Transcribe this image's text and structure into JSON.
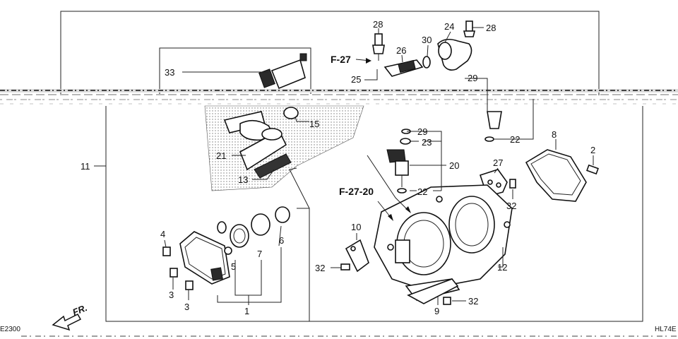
{
  "diagram": {
    "corner_code_left": "E2300",
    "corner_code_right": "HL74E",
    "front_marker": "FR.",
    "references": {
      "f27": "F-27",
      "f2720": "F-27-20"
    },
    "callouts": [
      {
        "id": "c28a",
        "text": "28"
      },
      {
        "id": "c24",
        "text": "24"
      },
      {
        "id": "c28b",
        "text": "28"
      },
      {
        "id": "c30",
        "text": "30"
      },
      {
        "id": "c26",
        "text": "26"
      },
      {
        "id": "c25",
        "text": "25"
      },
      {
        "id": "c29a",
        "text": "29"
      },
      {
        "id": "c33",
        "text": "33"
      },
      {
        "id": "c15",
        "text": "15"
      },
      {
        "id": "c29b",
        "text": "29"
      },
      {
        "id": "c23",
        "text": "23"
      },
      {
        "id": "c22a",
        "text": "22"
      },
      {
        "id": "c22b",
        "text": "22"
      },
      {
        "id": "c8",
        "text": "8"
      },
      {
        "id": "c2",
        "text": "2"
      },
      {
        "id": "c27",
        "text": "27"
      },
      {
        "id": "c32a",
        "text": "32"
      },
      {
        "id": "c20",
        "text": "20"
      },
      {
        "id": "c21",
        "text": "21"
      },
      {
        "id": "c13",
        "text": "13"
      },
      {
        "id": "c11",
        "text": "11"
      },
      {
        "id": "c10",
        "text": "10"
      },
      {
        "id": "c32b",
        "text": "32"
      },
      {
        "id": "c12",
        "text": "12"
      },
      {
        "id": "c4",
        "text": "4"
      },
      {
        "id": "c5",
        "text": "5"
      },
      {
        "id": "c7",
        "text": "7"
      },
      {
        "id": "c6",
        "text": "6"
      },
      {
        "id": "c3a",
        "text": "3"
      },
      {
        "id": "c3b",
        "text": "3"
      },
      {
        "id": "c1",
        "text": "1"
      },
      {
        "id": "c9",
        "text": "9"
      },
      {
        "id": "c32c",
        "text": "32"
      }
    ]
  }
}
